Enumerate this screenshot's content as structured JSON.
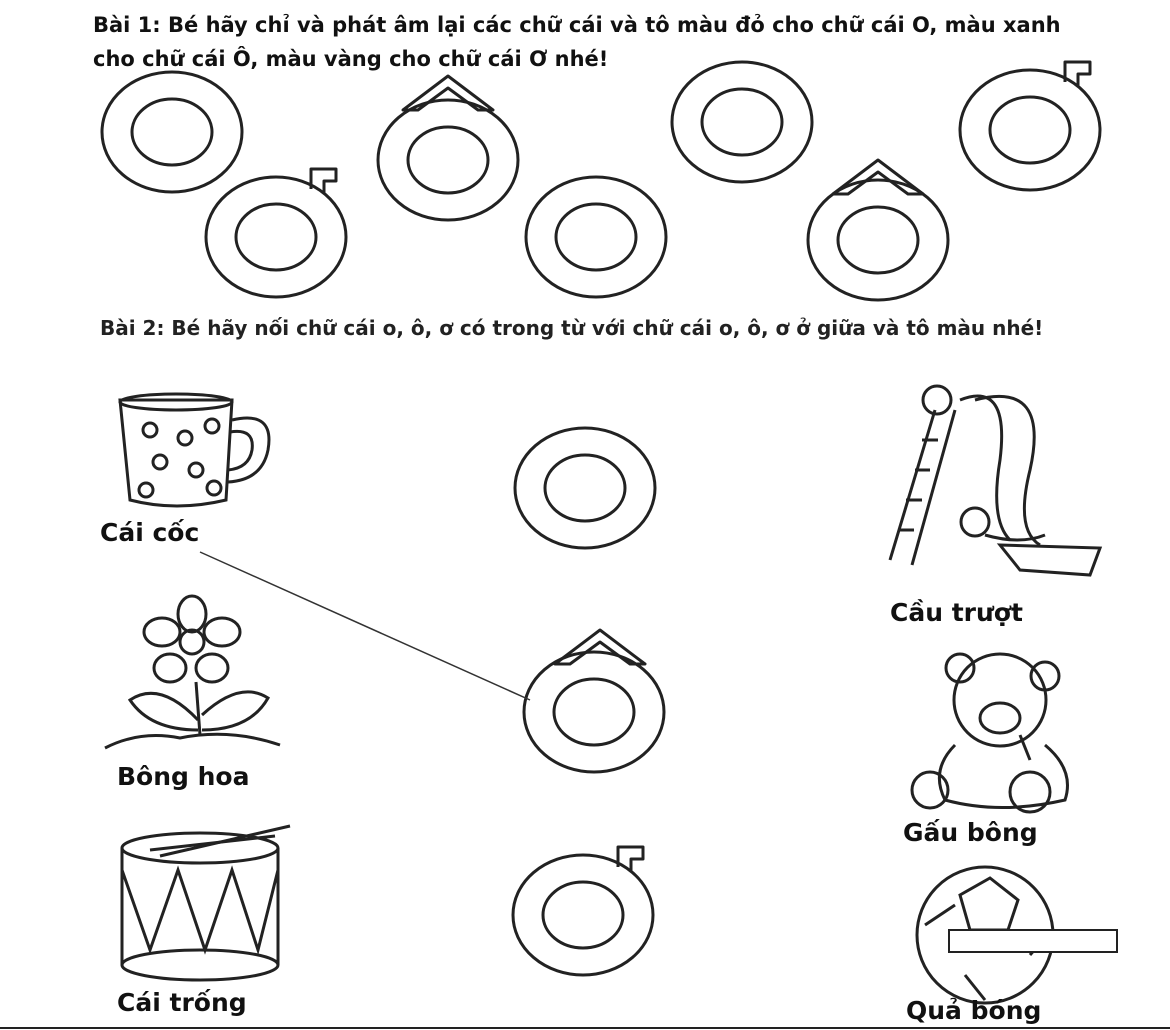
{
  "exercise1": {
    "label": "Bài 1:",
    "text": "Bé hãy chỉ và phát âm lại các chữ cái và tô màu đỏ cho chữ cái O, màu xanh cho chữ cái Ô, màu vàng cho chữ cái Ơ nhé!"
  },
  "exercise2": {
    "text": "Bài 2: Bé hãy nối chữ cái o, ô, ơ có trong từ với chữ cái o, ô, ơ ở giữa và tô màu nhé!"
  },
  "letters_row1": [
    "o",
    "ô",
    "o",
    "ơ"
  ],
  "letters_row2": [
    "ơ",
    "o",
    "ô"
  ],
  "center_letters": [
    "o",
    "ô",
    "ơ"
  ],
  "captions_left": [
    "Cái cốc",
    "Bông hoa",
    "Cái trống"
  ],
  "captions_right": [
    "Cầu trượt",
    "Gấu bông",
    "Quả bóng"
  ],
  "pictures_left": [
    "cup-illustration",
    "flower-illustration",
    "drum-illustration"
  ],
  "pictures_right": [
    "slide-illustration",
    "teddy-bear-illustration",
    "ball-illustration"
  ]
}
